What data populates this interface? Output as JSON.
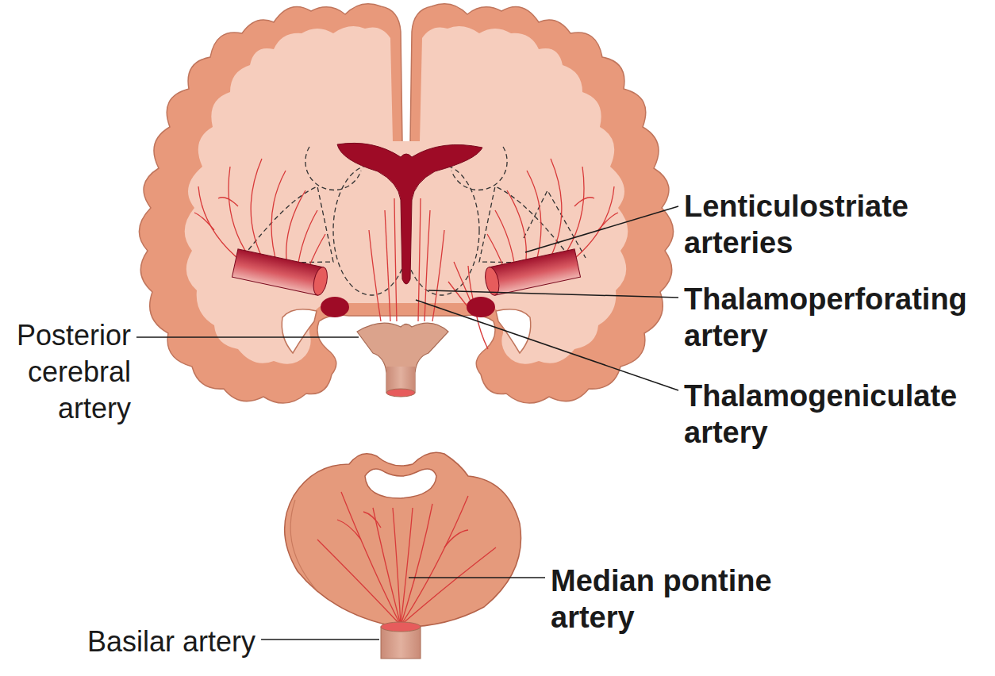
{
  "diagram": {
    "labels": [
      "Lenticulostriate arteries",
      "Thalamoperforating artery",
      "Posterior cerebral artery",
      "Thalamogeniculate artery",
      "Median pontine artery",
      "Basilar artery"
    ]
  }
}
